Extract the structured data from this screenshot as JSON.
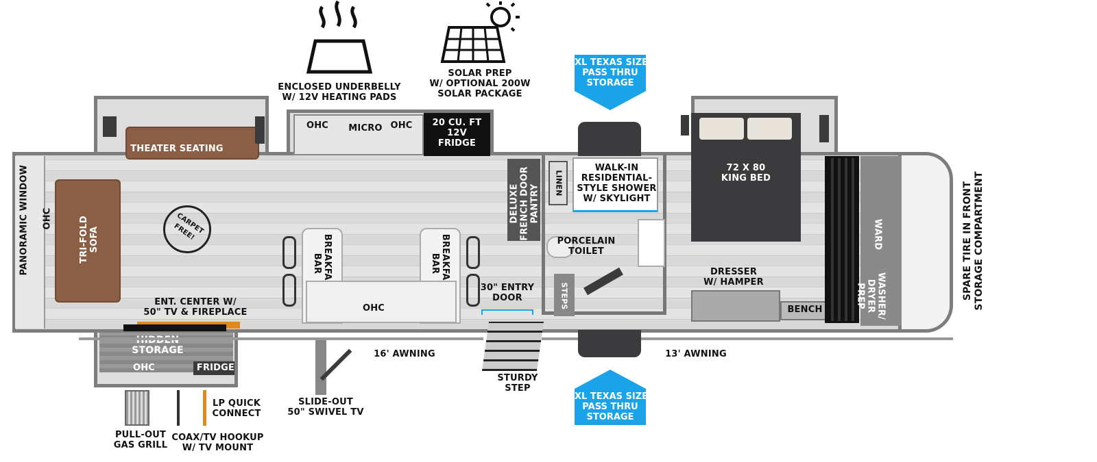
{
  "features": {
    "underbelly": "ENCLOSED UNDERBELLY\nW/ 12V HEATING PADS",
    "solar": "SOLAR PREP\nW/ OPTIONAL 200W\nSOLAR PACKAGE",
    "storage_top": "XL TEXAS SIZE\nPASS THRU\nSTORAGE",
    "storage_bottom": "XL TEXAS SIZE\nPASS THRU\nSTORAGE",
    "spare_tire": "SPARE TIRE IN FRONT\nSTORAGE COMPARTMENT"
  },
  "rooms": {
    "theater_seating": "THEATER SEATING",
    "ohc_1": "OHC",
    "micro": "MICRO",
    "ohc_2": "OHC",
    "fridge": "20 CU. FT\n12V\nFRIDGE",
    "panoramic_window": "PANORAMIC WINDOW",
    "ohc_left": "OHC",
    "sofa": "TRI-FOLD\nSOFA",
    "carpet_free": "CARPET FREE!",
    "ent_center": "ENT. CENTER W/\n50\" TV & FIREPLACE",
    "breakfast_bar_left": "BREAKFAST\nBAR",
    "breakfast_bar_right": "BREAKFAST\nBAR",
    "ohc_island": "OHC",
    "pantry": "DELUXE\nFRENCH DOOR\nPANTRY",
    "linen": "LINEN",
    "shower": "WALK-IN\nRESIDENTIAL-\nSTYLE SHOWER\nW/ SKYLIGHT",
    "toilet": "PORCELAIN\nTOILET",
    "steps": "STEPS",
    "entry_door": "30\" ENTRY\nDOOR",
    "king_bed": "72 X 80\nKING BED",
    "dresser": "DRESSER\nW/ HAMPER",
    "bench": "BENCH",
    "wardrobe": "WARD",
    "washer": "WASHER/\nDRYER\nPREP",
    "hidden_storage": "HIDDEN\nSTORAGE",
    "ohc_outdoor": "OHC",
    "outdoor_fridge": "FRIDGE"
  },
  "exterior": {
    "awning_16": "16' AWNING",
    "awning_13": "13' AWNING",
    "sturdy_step": "STURDY\nSTEP",
    "swivel_tv": "SLIDE-OUT\n50\" SWIVEL TV",
    "gas_grill": "PULL-OUT\nGAS GRILL",
    "coax": "COAX/TV HOOKUP\nW/ TV MOUNT",
    "lp": "LP QUICK\nCONNECT"
  },
  "colors": {
    "accent": "#1aa3e8",
    "furniture": "#8a5f45",
    "dark": "#3b3b3d"
  }
}
